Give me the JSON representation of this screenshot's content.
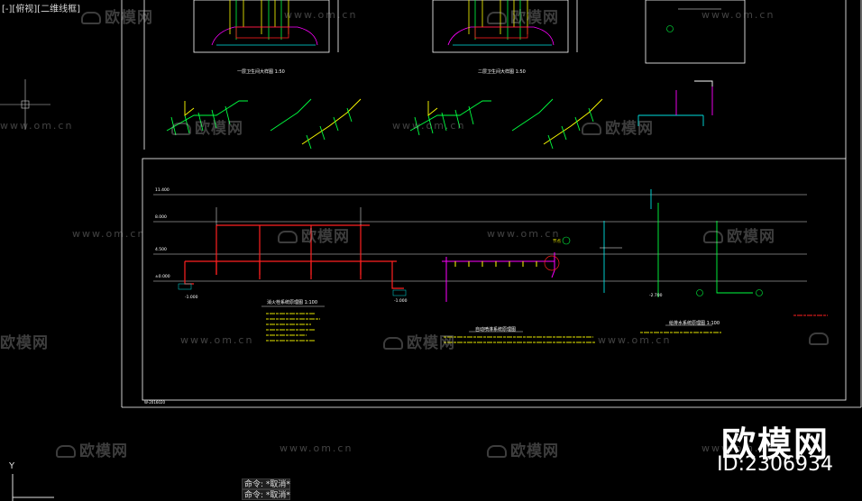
{
  "viewport_label": "[-][俯视][二维线框]",
  "watermark": {
    "brand_text": "欧模网",
    "url_text": "www.om.cn"
  },
  "brand": {
    "name": "欧模网",
    "id": "ID:2306934"
  },
  "command_lines": [
    "命令: *取消*",
    "命令: *取消*"
  ],
  "ucs_axis": "Y",
  "drawing": {
    "titles": [
      "一层卫生间大样图 1:50",
      "二层卫生间大样图 1:50",
      "消火栓系统原理图 1:100",
      "自动喷淋系统原理图",
      "给排水系统原理图 1:100"
    ],
    "level_labels": [
      "11.400",
      "8.000",
      "4.500",
      "±0.000",
      "-1.000",
      "-1.000",
      "-2.700"
    ],
    "node_label": "节点",
    "frame_code": "W-2016020"
  },
  "colors": {
    "background": "#000000",
    "frame": "#ffffff",
    "pipe_red": "#ff2020",
    "pipe_magenta": "#ff00ff",
    "pipe_green": "#00ff40",
    "pipe_cyan": "#00e0e0",
    "note_yellow": "#e8e800"
  }
}
